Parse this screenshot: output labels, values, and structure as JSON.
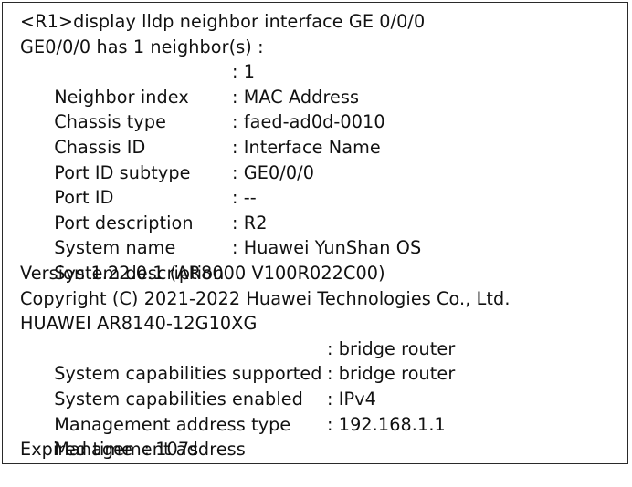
{
  "command": "<R1>display lldp neighbor interface GE 0/0/0",
  "summary": "GE0/0/0 has 1 neighbor(s) :",
  "fields": [
    {
      "key": "Neighbor index",
      "value": ": 1"
    },
    {
      "key": "Chassis type",
      "value": ": MAC Address"
    },
    {
      "key": "Chassis ID",
      "value": ": faed-ad0d-0010"
    },
    {
      "key": "Port ID subtype",
      "value": ": Interface Name"
    },
    {
      "key": "Port ID",
      "value": ": GE0/0/0"
    },
    {
      "key": "Port description",
      "value": ": --"
    },
    {
      "key": "System name",
      "value": ": R2"
    },
    {
      "key": "System description",
      "value": ": Huawei YunShan OS"
    }
  ],
  "description_lines": [
    "Version 1.22.0.1 (AR8000 V100R022C00)",
    "Copyright (C) 2021-2022 Huawei Technologies Co., Ltd.",
    "HUAWEI AR8140-12G10XG"
  ],
  "capabilities": [
    {
      "key": "System capabilities supported",
      "value": ": bridge router"
    },
    {
      "key": "System capabilities enabled",
      "value": ": bridge router"
    },
    {
      "key": "Management address type",
      "value": ": IPv4"
    },
    {
      "key": "Management address",
      "value": ": 192.168.1.1"
    }
  ],
  "expired": "Expired time  : 107s"
}
